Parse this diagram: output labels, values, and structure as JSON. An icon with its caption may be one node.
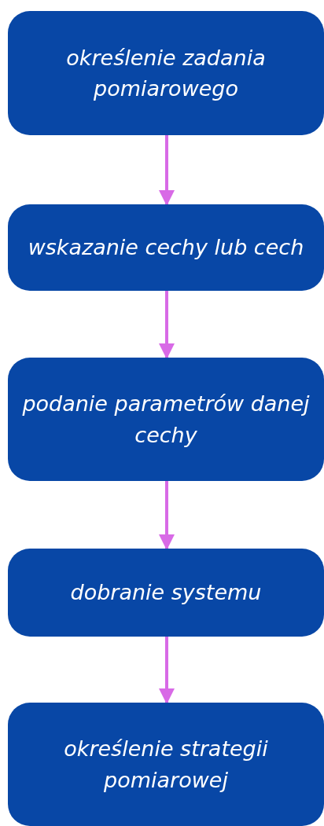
{
  "diagram": {
    "nodes": [
      {
        "text": [
          "określenie zadania pomiarowego"
        ]
      },
      {
        "text": [
          "wskazanie cechy lub cech"
        ]
      },
      {
        "text": [
          "podanie parametrów danej cechy"
        ]
      },
      {
        "text": [
          "dobranie systemu"
        ]
      },
      {
        "text": [
          "określenie strategii pomiarowej"
        ]
      }
    ],
    "edges": [
      {
        "from": 0,
        "to": 1,
        "arrow": "to"
      },
      {
        "from": 1,
        "to": 2,
        "arrow": "to"
      },
      {
        "from": 2,
        "to": 3,
        "arrow": "to"
      },
      {
        "from": 3,
        "to": 4,
        "arrow": "to"
      }
    ]
  }
}
